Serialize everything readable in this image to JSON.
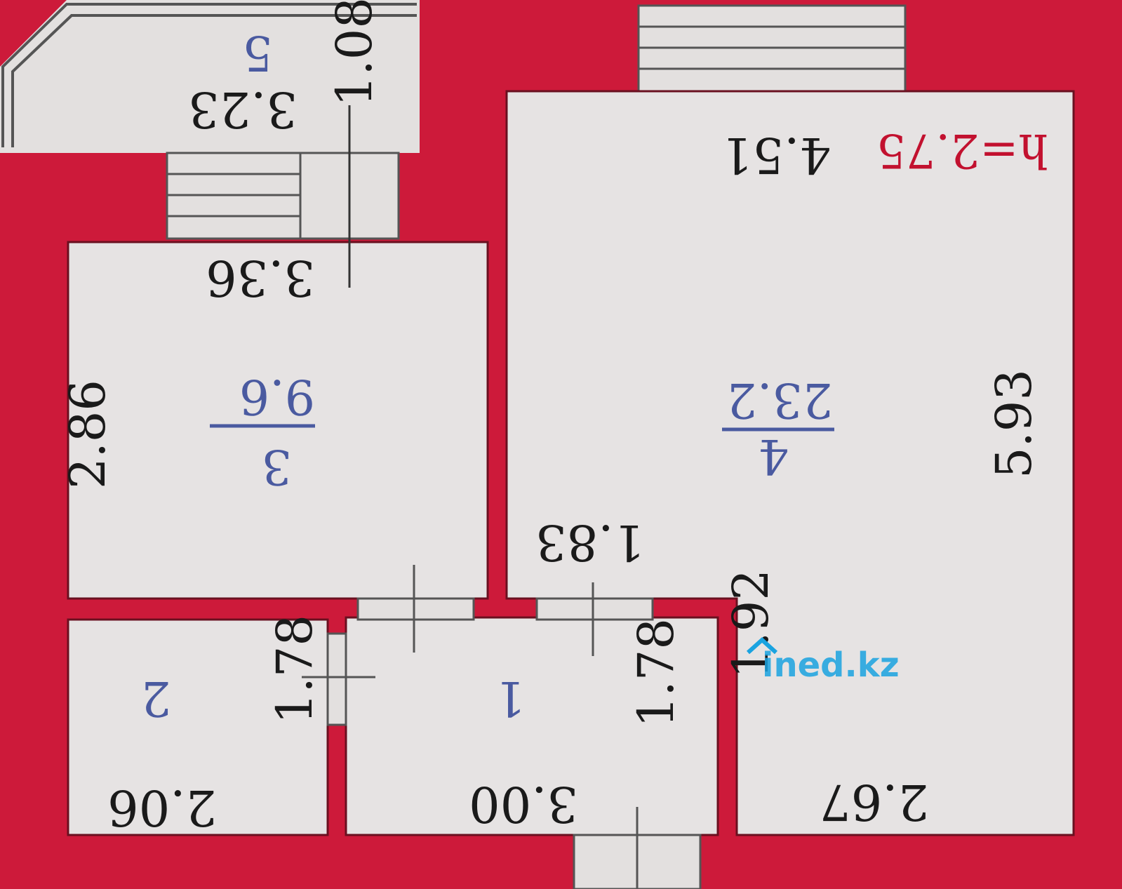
{
  "colors": {
    "wall": "#cd1a3a",
    "floor": "#e6e3e3",
    "room_label": "#4a5aa0",
    "dimension": "#1a1a1a",
    "height_label": "#c2112f",
    "watermark": "#1aa3e0"
  },
  "height_label": "h=2.75",
  "watermark": "ined.kz",
  "rooms": [
    {
      "number": "1",
      "area": ""
    },
    {
      "number": "2",
      "area": ""
    },
    {
      "number": "3",
      "area": "9.6"
    },
    {
      "number": "4",
      "area": "23.2"
    },
    {
      "number": "5",
      "area": ""
    }
  ],
  "dimensions": {
    "balcony_depth": "1.08",
    "balcony_width": "3.23",
    "living_top": "4.51",
    "living_side": "5.93",
    "living_door": "1.83",
    "living_bottom": "2.67",
    "living_step": "1.92",
    "room3_top": "3.36",
    "room3_side": "2.86",
    "hall_side": "1.78",
    "hall_bottom": "3.00",
    "bath_side": "1.78",
    "bath_bottom": "2.06"
  }
}
